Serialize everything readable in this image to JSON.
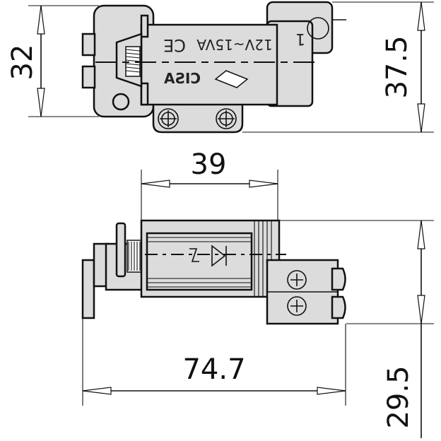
{
  "dimensions": {
    "top_height": "32",
    "top_total_height": "37.5",
    "width_body": "39",
    "total_length": "74.7",
    "side_height": "29.5"
  },
  "markings": {
    "rating": "12V~15VA",
    "ce_mark": "CE",
    "brand": "CISA",
    "terminal_number": "1"
  }
}
